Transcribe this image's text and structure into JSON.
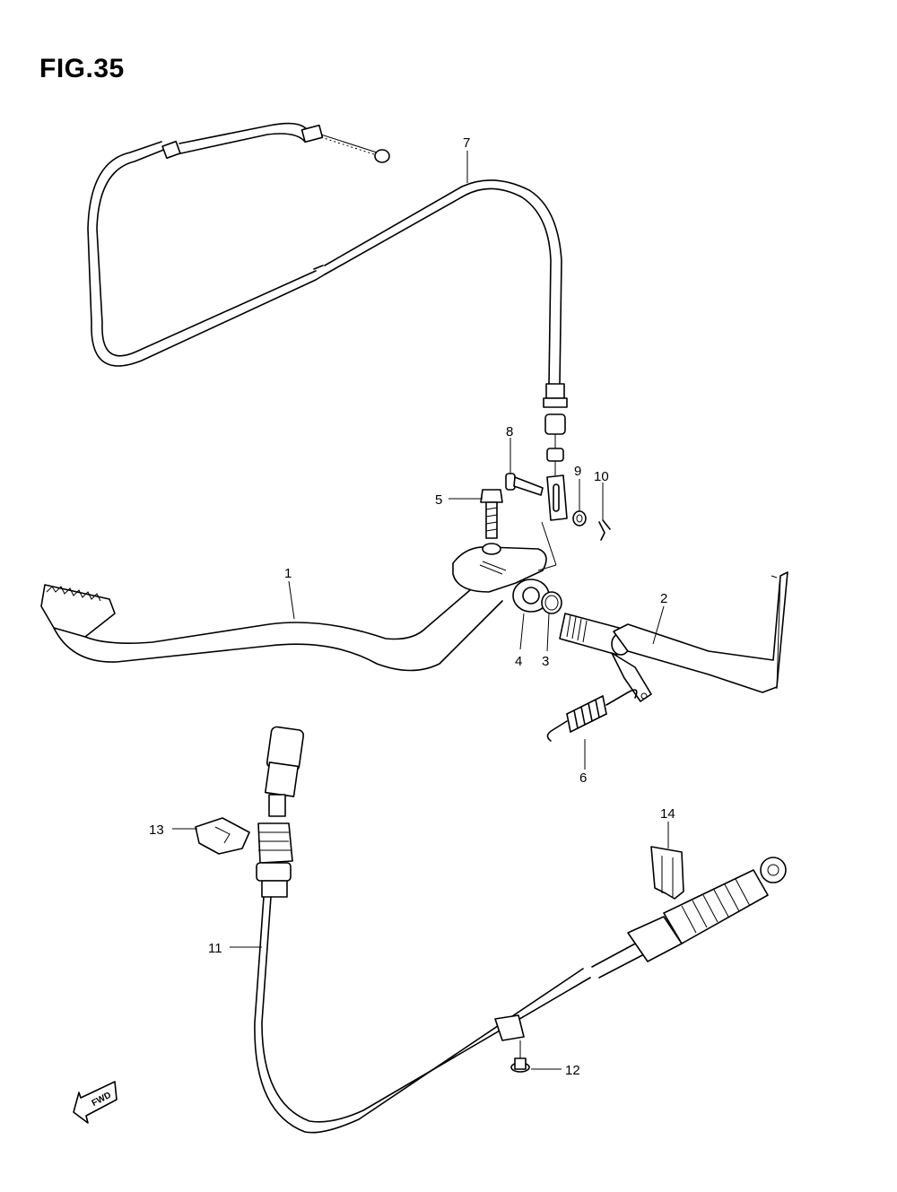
{
  "figure": {
    "title": "FIG.35"
  },
  "callouts": [
    {
      "id": "1",
      "label": "1"
    },
    {
      "id": "2",
      "label": "2"
    },
    {
      "id": "3",
      "label": "3"
    },
    {
      "id": "4",
      "label": "4"
    },
    {
      "id": "5",
      "label": "5"
    },
    {
      "id": "6",
      "label": "6"
    },
    {
      "id": "7",
      "label": "7"
    },
    {
      "id": "8",
      "label": "8"
    },
    {
      "id": "9",
      "label": "9"
    },
    {
      "id": "10",
      "label": "10"
    },
    {
      "id": "11",
      "label": "11"
    },
    {
      "id": "12",
      "label": "12"
    },
    {
      "id": "13",
      "label": "13"
    },
    {
      "id": "14",
      "label": "14"
    }
  ],
  "fwd_arrow": {
    "label": "FWD"
  }
}
